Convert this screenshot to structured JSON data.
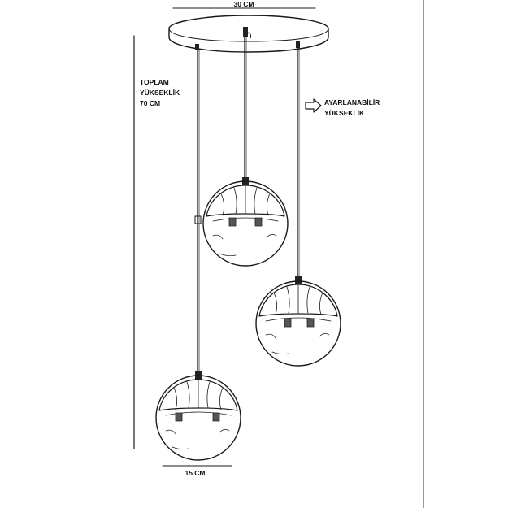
{
  "labels": {
    "canopy_width": "30 CM",
    "total_height_line1": "TOPLAM",
    "total_height_line2": "YÜKSEKLİK",
    "total_height_line3": "70 CM",
    "adjustable_line1": "AYARLANABİLİR",
    "adjustable_line2": "YÜKSEKLİK",
    "globe_width": "15 CM"
  },
  "icons": {
    "adjustable_arrow": "right-arrow-icon"
  }
}
